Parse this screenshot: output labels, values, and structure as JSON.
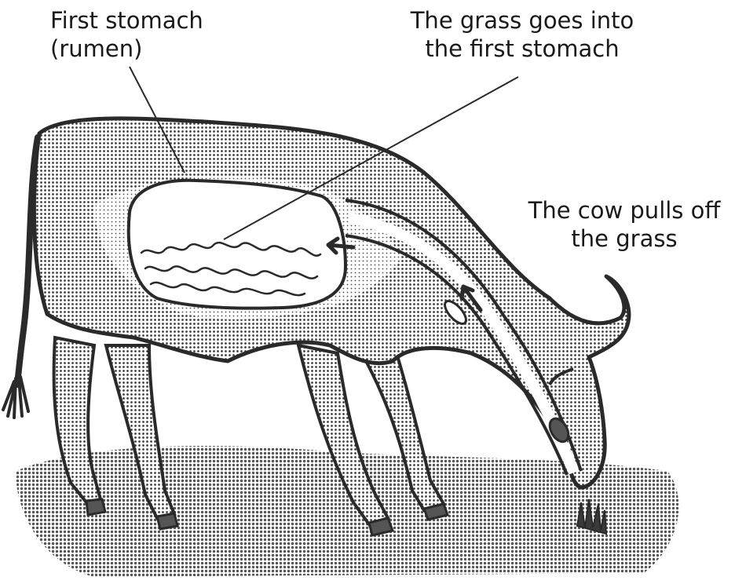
{
  "labels": {
    "first_stomach": {
      "line1": "First stomach",
      "line2": "(rumen)"
    },
    "grass_into_stomach": {
      "line1": "The grass goes into",
      "line2": "the first stomach"
    },
    "cow_pulls_grass": {
      "line1": "The cow pulls off",
      "line2": "the grass"
    }
  },
  "colors": {
    "outline": "#2a2a2a",
    "body_shade": "#9a9a9a",
    "light_shade": "#d2d2d2",
    "ground": "#8c8c8c",
    "stomach_fill": "#ffffff"
  }
}
